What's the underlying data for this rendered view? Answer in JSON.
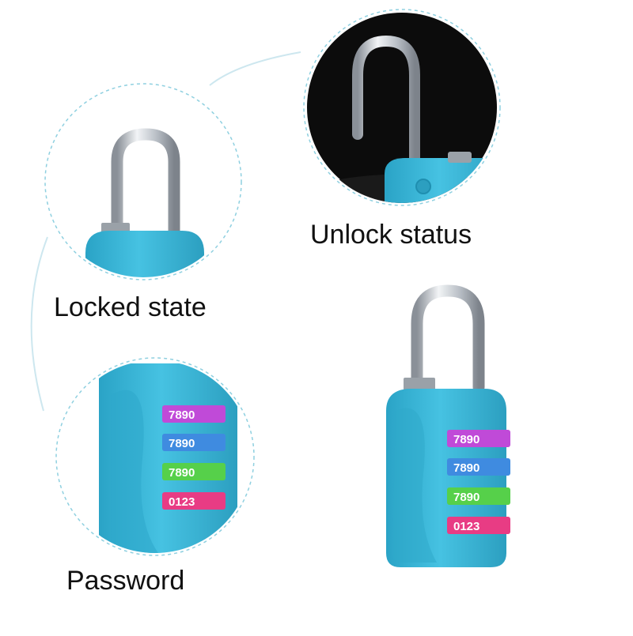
{
  "labels": {
    "locked": "Locked state",
    "unlocked": "Unlock status",
    "password": "Password"
  },
  "colors": {
    "lock_body": "#37b6d6",
    "lock_body_dark": "#1f8fb0",
    "shackle": "#c9ced4",
    "dashed_circle": "#8fd0e0",
    "dark_background": "#0c0c0c",
    "wheel_purple": "#c04ad8",
    "wheel_blue": "#3f8be0",
    "wheel_green": "#56d04a",
    "wheel_pink": "#e83c84"
  },
  "wheels": [
    {
      "digits": "7890",
      "color": "purple"
    },
    {
      "digits": "7890",
      "color": "blue"
    },
    {
      "digits": "7890",
      "color": "green"
    },
    {
      "digits": "0123",
      "color": "pink"
    }
  ]
}
